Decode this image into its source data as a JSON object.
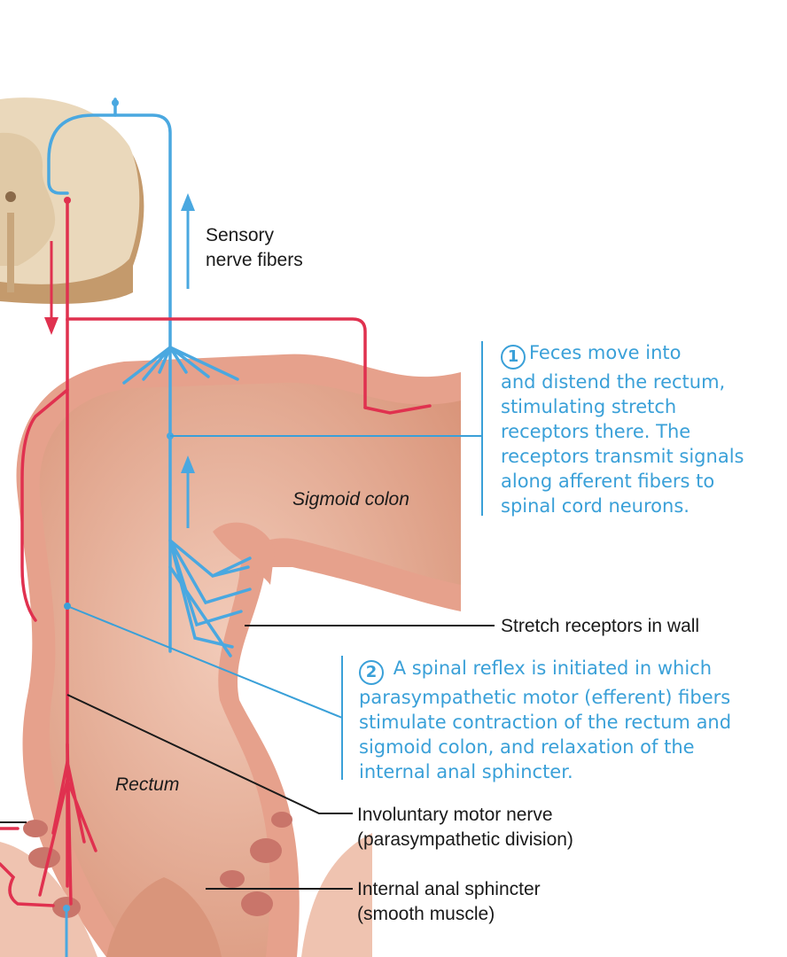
{
  "colors": {
    "sensory": "#4aa8e0",
    "motor": "#e0314f",
    "tissue_outer": "#e7a48f",
    "tissue_inner": "#d98e75",
    "lumen": "#e9b8a4",
    "cord": "#e8d6b8",
    "cord_side": "#c49a6c",
    "leader": "#1a1a1a",
    "callout": "#3aa0d8"
  },
  "icons": [
    "up-arrow-icon",
    "down-arrow-icon"
  ],
  "labels": {
    "sensory_fibers_1": "Sensory",
    "sensory_fibers_2": "nerve fibers",
    "sigmoid_colon": "Sigmoid colon",
    "rectum": "Rectum",
    "stretch_receptors": "Stretch receptors in wall",
    "motor_nerve_1": "Involuntary motor nerve",
    "motor_nerve_2": "(parasympathetic division)",
    "sphincter_1": "Internal anal sphincter",
    "sphincter_2": "(smooth muscle)"
  },
  "steps": [
    {
      "number": "1",
      "lines": [
        "Feces move into",
        "and distend the rectum,",
        "stimulating stretch",
        "receptors there. The",
        "receptors transmit signals",
        "along afferent fibers to",
        "spinal cord neurons."
      ]
    },
    {
      "number": "2",
      "lines": [
        "A spinal reflex is initiated in which",
        "parasympathetic motor (efferent) fibers",
        "stimulate contraction of the rectum and",
        "sigmoid colon, and relaxation of the",
        "internal anal sphincter."
      ]
    }
  ]
}
